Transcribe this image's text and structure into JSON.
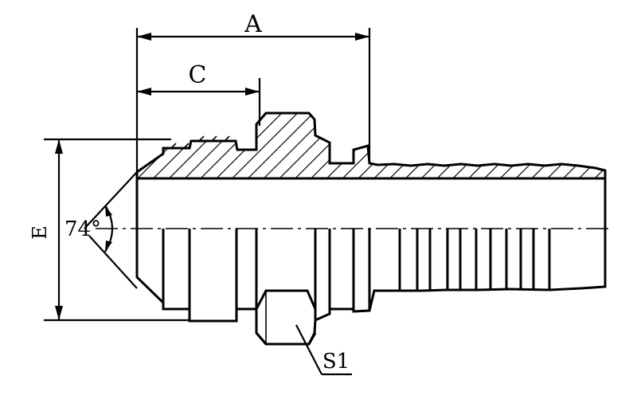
{
  "drawing": {
    "labels": {
      "A": "A",
      "C": "C",
      "E": "E",
      "angle": "74°",
      "S1": "S1"
    }
  }
}
